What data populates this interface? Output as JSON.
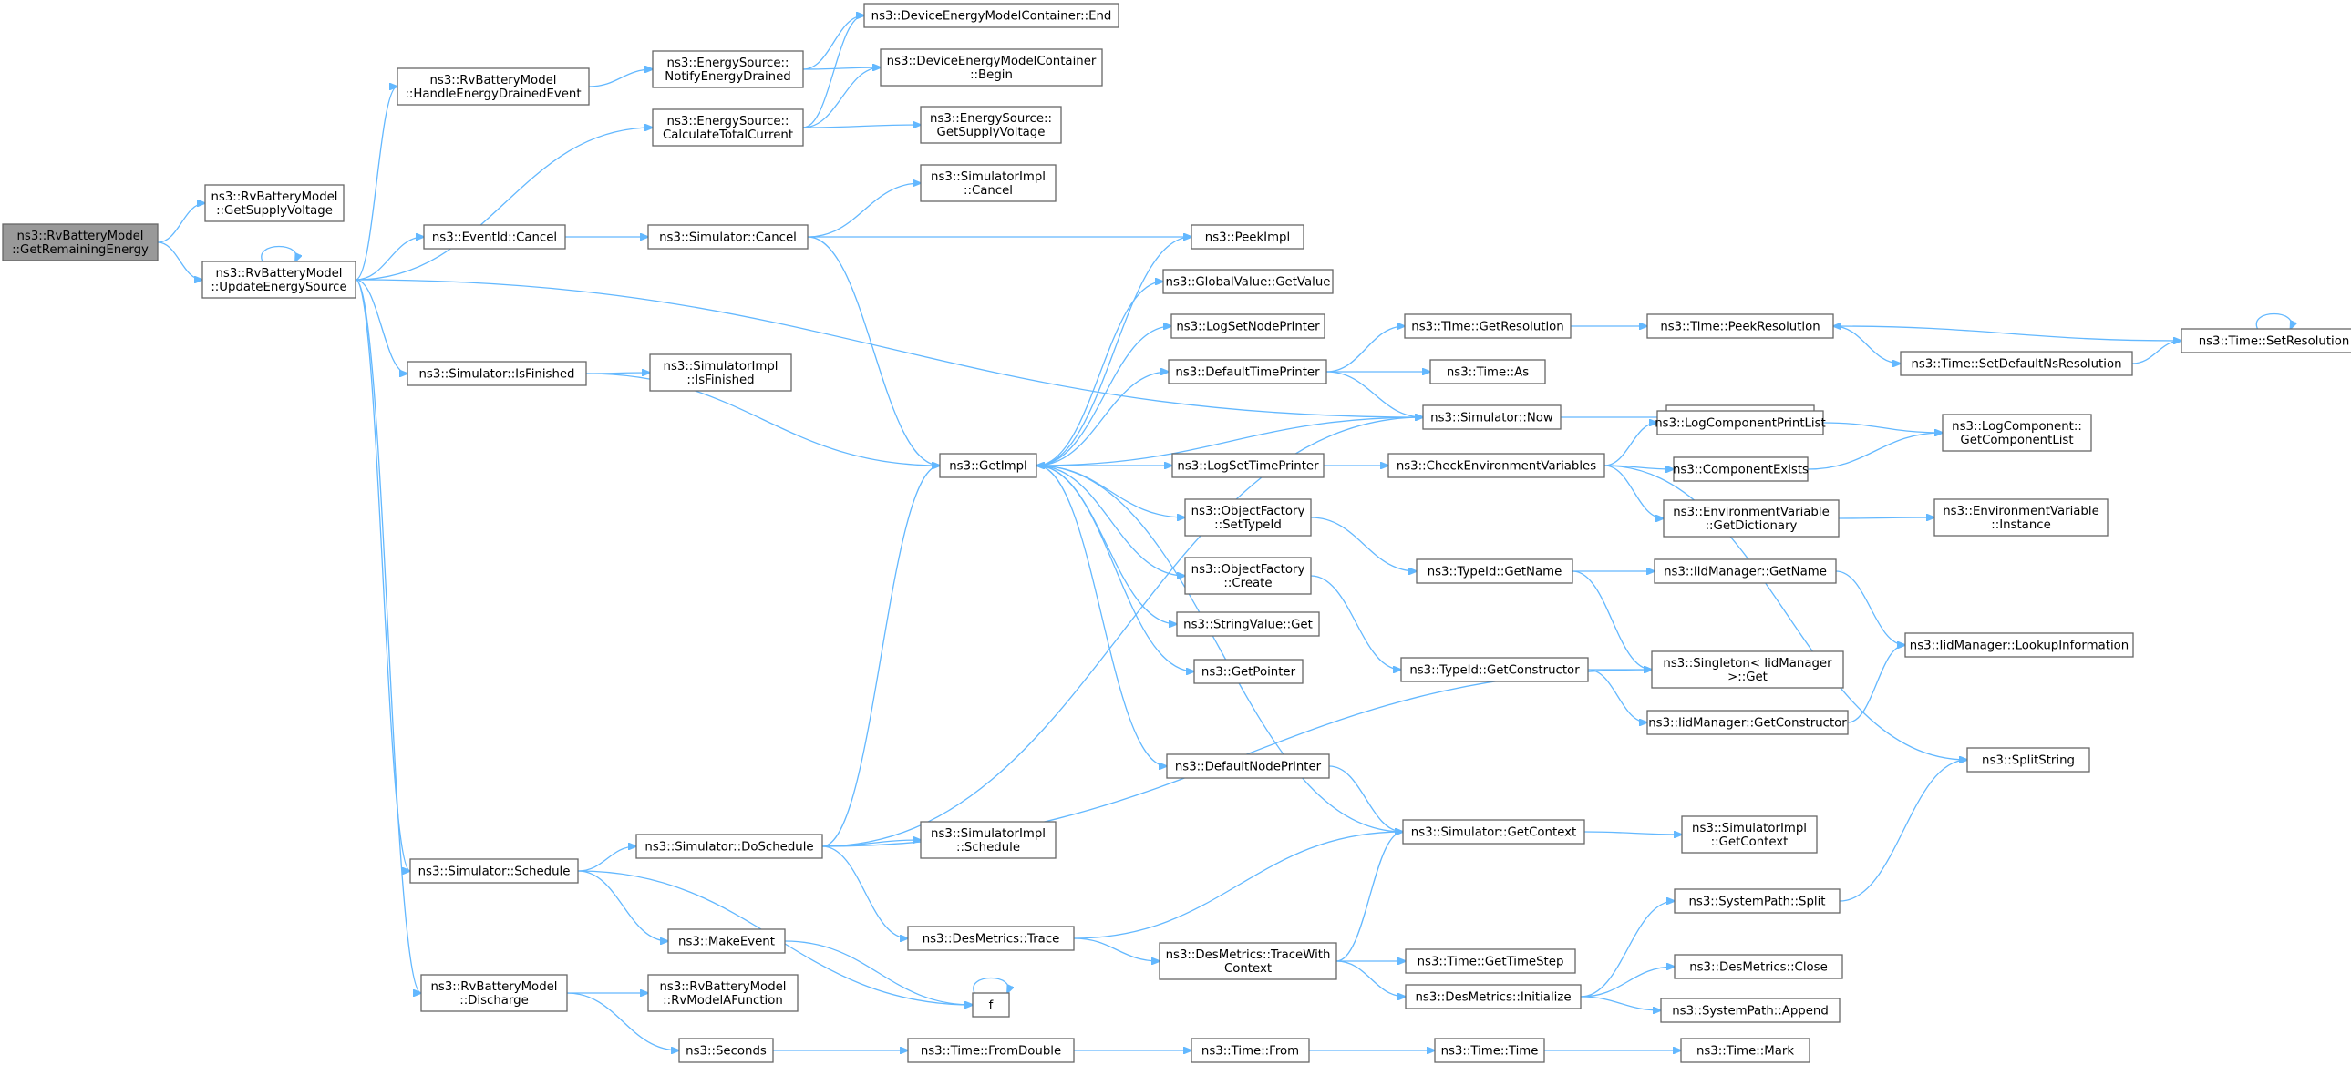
{
  "colors": {
    "edge": "#63b8ff",
    "border": "#666666",
    "root_fill": "#999999",
    "node_fill": "#ffffff"
  },
  "nodes": [
    {
      "id": "root",
      "lines": [
        "ns3::RvBatteryModel",
        "::GetRemainingEnergy"
      ],
      "root": true
    },
    {
      "id": "getsupplyvoltage_rv",
      "lines": [
        "ns3::RvBatteryModel",
        "::GetSupplyVoltage"
      ]
    },
    {
      "id": "updateenergysource",
      "lines": [
        "ns3::RvBatteryModel",
        "::UpdateEnergySource"
      ]
    },
    {
      "id": "handleenergydrained",
      "lines": [
        "ns3::RvBatteryModel",
        "::HandleEnergyDrainedEvent"
      ]
    },
    {
      "id": "notifyenergydrained",
      "lines": [
        "ns3::EnergySource::",
        "NotifyEnergyDrained"
      ]
    },
    {
      "id": "calculatetotalcurrent",
      "lines": [
        "ns3::EnergySource::",
        "CalculateTotalCurrent"
      ]
    },
    {
      "id": "demc_end",
      "lines": [
        "ns3::DeviceEnergyModelContainer::End"
      ]
    },
    {
      "id": "demc_begin",
      "lines": [
        "ns3::DeviceEnergyModelContainer",
        "::Begin"
      ]
    },
    {
      "id": "es_getsupplyvoltage",
      "lines": [
        "ns3::EnergySource::",
        "GetSupplyVoltage"
      ]
    },
    {
      "id": "eventid_cancel",
      "lines": [
        "ns3::EventId::Cancel"
      ]
    },
    {
      "id": "simulator_cancel",
      "lines": [
        "ns3::Simulator::Cancel"
      ]
    },
    {
      "id": "simimpl_cancel",
      "lines": [
        "ns3::SimulatorImpl",
        "::Cancel"
      ]
    },
    {
      "id": "peekimpl",
      "lines": [
        "ns3::PeekImpl"
      ]
    },
    {
      "id": "globalvalue_getvalue",
      "lines": [
        "ns3::GlobalValue::GetValue"
      ]
    },
    {
      "id": "logsetnodeprinter",
      "lines": [
        "ns3::LogSetNodePrinter"
      ]
    },
    {
      "id": "defaulttimeprinter",
      "lines": [
        "ns3::DefaultTimePrinter"
      ]
    },
    {
      "id": "time_getresolution",
      "lines": [
        "ns3::Time::GetResolution"
      ]
    },
    {
      "id": "time_peekresolution",
      "lines": [
        "ns3::Time::PeekResolution"
      ]
    },
    {
      "id": "time_setresolution",
      "lines": [
        "ns3::Time::SetResolution"
      ]
    },
    {
      "id": "time_setdefaultnsresolution",
      "lines": [
        "ns3::Time::SetDefaultNsResolution"
      ]
    },
    {
      "id": "time_as",
      "lines": [
        "ns3::Time::As"
      ]
    },
    {
      "id": "simimpl_now",
      "lines": [
        "ns3::SimulatorImpl::Now"
      ]
    },
    {
      "id": "simulator_now",
      "lines": [
        "ns3::Simulator::Now"
      ]
    },
    {
      "id": "simulator_isfinished",
      "lines": [
        "ns3::Simulator::IsFinished"
      ]
    },
    {
      "id": "simimpl_isfinished",
      "lines": [
        "ns3::SimulatorImpl",
        "::IsFinished"
      ]
    },
    {
      "id": "getimpl",
      "lines": [
        "ns3::GetImpl"
      ]
    },
    {
      "id": "logsettimeprinter",
      "lines": [
        "ns3::LogSetTimePrinter"
      ]
    },
    {
      "id": "checkenvvars",
      "lines": [
        "ns3::CheckEnvironmentVariables"
      ]
    },
    {
      "id": "logcomponentprintlist",
      "lines": [
        "ns3::LogComponentPrintList"
      ]
    },
    {
      "id": "logcomponent_getcomponentlist",
      "lines": [
        "ns3::LogComponent::",
        "GetComponentList"
      ]
    },
    {
      "id": "componentexists",
      "lines": [
        "ns3::ComponentExists"
      ]
    },
    {
      "id": "objectfactory_settypeid",
      "lines": [
        "ns3::ObjectFactory",
        "::SetTypeId"
      ]
    },
    {
      "id": "envvar_getdictionary",
      "lines": [
        "ns3::EnvironmentVariable",
        "::GetDictionary"
      ]
    },
    {
      "id": "envvar_instance",
      "lines": [
        "ns3::EnvironmentVariable",
        "::Instance"
      ]
    },
    {
      "id": "objectfactory_create",
      "lines": [
        "ns3::ObjectFactory",
        "::Create"
      ]
    },
    {
      "id": "typeid_getname",
      "lines": [
        "ns3::TypeId::GetName"
      ]
    },
    {
      "id": "iidmanager_getname",
      "lines": [
        "ns3::IidManager::GetName"
      ]
    },
    {
      "id": "stringvalue_get",
      "lines": [
        "ns3::StringValue::Get"
      ]
    },
    {
      "id": "iidmanager_lookupinformation",
      "lines": [
        "ns3::IidManager::LookupInformation"
      ]
    },
    {
      "id": "getpointer",
      "lines": [
        "ns3::GetPointer"
      ]
    },
    {
      "id": "typeid_getconstructor",
      "lines": [
        "ns3::TypeId::GetConstructor"
      ]
    },
    {
      "id": "singleton_get",
      "lines": [
        "ns3::Singleton< IidManager",
        ">::Get"
      ]
    },
    {
      "id": "iidmanager_getconstructor",
      "lines": [
        "ns3::IidManager::GetConstructor"
      ]
    },
    {
      "id": "splitstring",
      "lines": [
        "ns3::SplitString"
      ]
    },
    {
      "id": "defaultnodeprinter",
      "lines": [
        "ns3::DefaultNodePrinter"
      ]
    },
    {
      "id": "simulator_schedule",
      "lines": [
        "ns3::Simulator::Schedule"
      ]
    },
    {
      "id": "simulator_doschedule",
      "lines": [
        "ns3::Simulator::DoSchedule"
      ]
    },
    {
      "id": "simimpl_schedule",
      "lines": [
        "ns3::SimulatorImpl",
        "::Schedule"
      ]
    },
    {
      "id": "simulator_getcontext",
      "lines": [
        "ns3::Simulator::GetContext"
      ]
    },
    {
      "id": "simimpl_getcontext",
      "lines": [
        "ns3::SimulatorImpl",
        "::GetContext"
      ]
    },
    {
      "id": "systempath_split",
      "lines": [
        "ns3::SystemPath::Split"
      ]
    },
    {
      "id": "makeevent",
      "lines": [
        "ns3::MakeEvent"
      ]
    },
    {
      "id": "desmetrics_trace",
      "lines": [
        "ns3::DesMetrics::Trace"
      ]
    },
    {
      "id": "desmetrics_tracewithcontext",
      "lines": [
        "ns3::DesMetrics::TraceWith",
        "Context"
      ]
    },
    {
      "id": "time_gettimestep",
      "lines": [
        "ns3::Time::GetTimeStep"
      ]
    },
    {
      "id": "desmetrics_close",
      "lines": [
        "ns3::DesMetrics::Close"
      ]
    },
    {
      "id": "desmetrics_initialize",
      "lines": [
        "ns3::DesMetrics::Initialize"
      ]
    },
    {
      "id": "systempath_append",
      "lines": [
        "ns3::SystemPath::Append"
      ]
    },
    {
      "id": "f",
      "lines": [
        "f"
      ]
    },
    {
      "id": "rv_discharge",
      "lines": [
        "ns3::RvBatteryModel",
        "::Discharge"
      ]
    },
    {
      "id": "rv_rvmodelafunction",
      "lines": [
        "ns3::RvBatteryModel",
        "::RvModelAFunction"
      ]
    },
    {
      "id": "seconds",
      "lines": [
        "ns3::Seconds"
      ]
    },
    {
      "id": "time_fromdouble",
      "lines": [
        "ns3::Time::FromDouble"
      ]
    },
    {
      "id": "time_from",
      "lines": [
        "ns3::Time::From"
      ]
    },
    {
      "id": "time_time",
      "lines": [
        "ns3::Time::Time"
      ]
    },
    {
      "id": "time_mark",
      "lines": [
        "ns3::Time::Mark"
      ]
    }
  ],
  "edges": [
    [
      "root",
      "getsupplyvoltage_rv"
    ],
    [
      "root",
      "updateenergysource"
    ],
    [
      "updateenergysource",
      "handleenergydrained"
    ],
    [
      "updateenergysource",
      "calculatetotalcurrent"
    ],
    [
      "updateenergysource",
      "eventid_cancel"
    ],
    [
      "updateenergysource",
      "simulator_now"
    ],
    [
      "updateenergysource",
      "simulator_isfinished"
    ],
    [
      "updateenergysource",
      "simulator_schedule"
    ],
    [
      "updateenergysource",
      "rv_discharge"
    ],
    [
      "updateenergysource",
      "updateenergysource"
    ],
    [
      "handleenergydrained",
      "notifyenergydrained"
    ],
    [
      "notifyenergydrained",
      "demc_end"
    ],
    [
      "notifyenergydrained",
      "demc_begin"
    ],
    [
      "calculatetotalcurrent",
      "demc_end"
    ],
    [
      "calculatetotalcurrent",
      "demc_begin"
    ],
    [
      "calculatetotalcurrent",
      "es_getsupplyvoltage"
    ],
    [
      "eventid_cancel",
      "simulator_cancel"
    ],
    [
      "simulator_cancel",
      "simimpl_cancel"
    ],
    [
      "simulator_cancel",
      "peekimpl"
    ],
    [
      "simulator_cancel",
      "getimpl"
    ],
    [
      "simulator_isfinished",
      "simimpl_isfinished"
    ],
    [
      "simulator_isfinished",
      "getimpl"
    ],
    [
      "getimpl",
      "peekimpl"
    ],
    [
      "getimpl",
      "globalvalue_getvalue"
    ],
    [
      "getimpl",
      "logsetnodeprinter"
    ],
    [
      "getimpl",
      "defaulttimeprinter"
    ],
    [
      "getimpl",
      "logsettimeprinter"
    ],
    [
      "getimpl",
      "objectfactory_settypeid"
    ],
    [
      "getimpl",
      "objectfactory_create"
    ],
    [
      "getimpl",
      "stringvalue_get"
    ],
    [
      "getimpl",
      "getpointer"
    ],
    [
      "getimpl",
      "defaultnodeprinter"
    ],
    [
      "defaulttimeprinter",
      "time_getresolution"
    ],
    [
      "defaulttimeprinter",
      "time_as"
    ],
    [
      "defaulttimeprinter",
      "simulator_now"
    ],
    [
      "time_getresolution",
      "time_peekresolution"
    ],
    [
      "time_peekresolution",
      "time_setdefaultnsresolution"
    ],
    [
      "time_setdefaultnsresolution",
      "time_setresolution"
    ],
    [
      "time_setresolution",
      "time_peekresolution"
    ],
    [
      "time_setresolution",
      "time_setresolution"
    ],
    [
      "simulator_now",
      "simimpl_now"
    ],
    [
      "simulator_now",
      "getimpl"
    ],
    [
      "logsettimeprinter",
      "checkenvvars"
    ],
    [
      "checkenvvars",
      "logcomponentprintlist"
    ],
    [
      "checkenvvars",
      "componentexists"
    ],
    [
      "checkenvvars",
      "envvar_getdictionary"
    ],
    [
      "checkenvvars",
      "splitstring"
    ],
    [
      "logcomponentprintlist",
      "logcomponent_getcomponentlist"
    ],
    [
      "componentexists",
      "logcomponent_getcomponentlist"
    ],
    [
      "envvar_getdictionary",
      "envvar_instance"
    ],
    [
      "objectfactory_settypeid",
      "typeid_getname"
    ],
    [
      "objectfactory_create",
      "typeid_getconstructor"
    ],
    [
      "typeid_getname",
      "iidmanager_getname"
    ],
    [
      "typeid_getname",
      "singleton_get"
    ],
    [
      "iidmanager_getname",
      "iidmanager_lookupinformation"
    ],
    [
      "typeid_getconstructor",
      "singleton_get"
    ],
    [
      "typeid_getconstructor",
      "iidmanager_getconstructor"
    ],
    [
      "iidmanager_getconstructor",
      "iidmanager_lookupinformation"
    ],
    [
      "defaultnodeprinter",
      "simulator_getcontext"
    ],
    [
      "simulator_getcontext",
      "getimpl"
    ],
    [
      "simulator_getcontext",
      "simimpl_getcontext"
    ],
    [
      "simulator_schedule",
      "simulator_doschedule"
    ],
    [
      "simulator_schedule",
      "makeevent"
    ],
    [
      "simulator_schedule",
      "f"
    ],
    [
      "simulator_doschedule",
      "getimpl"
    ],
    [
      "simulator_doschedule",
      "simulator_now"
    ],
    [
      "simulator_doschedule",
      "simimpl_schedule"
    ],
    [
      "simulator_doschedule",
      "desmetrics_trace"
    ],
    [
      "simulator_doschedule",
      "singleton_get"
    ],
    [
      "makeevent",
      "f"
    ],
    [
      "f",
      "f"
    ],
    [
      "desmetrics_trace",
      "simulator_getcontext"
    ],
    [
      "desmetrics_trace",
      "desmetrics_tracewithcontext"
    ],
    [
      "desmetrics_tracewithcontext",
      "simulator_getcontext"
    ],
    [
      "desmetrics_tracewithcontext",
      "time_gettimestep"
    ],
    [
      "desmetrics_tracewithcontext",
      "desmetrics_initialize"
    ],
    [
      "desmetrics_initialize",
      "systempath_split"
    ],
    [
      "desmetrics_initialize",
      "desmetrics_close"
    ],
    [
      "desmetrics_initialize",
      "systempath_append"
    ],
    [
      "systempath_split",
      "splitstring"
    ],
    [
      "rv_discharge",
      "rv_rvmodelafunction"
    ],
    [
      "rv_discharge",
      "seconds"
    ],
    [
      "seconds",
      "time_fromdouble"
    ],
    [
      "time_fromdouble",
      "time_from"
    ],
    [
      "time_from",
      "time_time"
    ],
    [
      "time_time",
      "time_mark"
    ]
  ]
}
